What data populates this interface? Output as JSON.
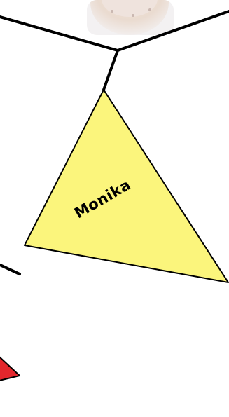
{
  "diagram": {
    "nodes": [
      {
        "id": "monika",
        "shape": "triangle",
        "label": "Monika",
        "fill": "#fbf57c",
        "stroke": "#000000"
      },
      {
        "id": "top-photo",
        "shape": "photo-avatar",
        "label": ""
      },
      {
        "id": "offscreen-red",
        "shape": "triangle",
        "label": "",
        "fill": "#e2262c",
        "stroke": "#000000"
      }
    ],
    "edge_color": "#000000",
    "background": "#ffffff"
  }
}
